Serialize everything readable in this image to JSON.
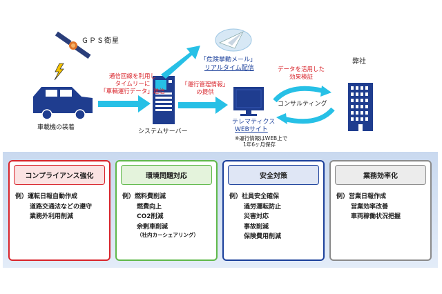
{
  "top": {
    "satellite_label": "ＧＰＳ衛星",
    "vehicle_label": "車載機の装着",
    "arrow1_label": [
      "通信回線を利用し",
      "タイムリーに",
      "「車輌運行データ」送信"
    ],
    "server_label": "システムサーバー",
    "mail_label_line1": "「危険挙動メール」",
    "mail_label_line2": "リアルタイム配信",
    "arrow3_label": [
      "「運行管理情報」",
      "の提供"
    ],
    "website_label_line1": "テレマティクス",
    "website_label_line2": "WEBサイト",
    "note_line1": "※運行情報はWEB上で",
    "note_line2": "1年6ヶ月保存",
    "consulting_top_label": [
      "データを活用した",
      "効果検証"
    ],
    "consulting_label": "コンサルティング",
    "company_label": "弊社"
  },
  "cards": [
    {
      "title": "コンプライアンス強化",
      "color": "#d8232a",
      "title_bg": "#fbe3e3",
      "items": [
        {
          "text": "例）運転日報自動作成",
          "indent": false,
          "small": false
        },
        {
          "text": "道路交通法などの遵守",
          "indent": true,
          "small": false
        },
        {
          "text": "業務外利用削減",
          "indent": true,
          "small": false
        }
      ]
    },
    {
      "title": "環境問題対応",
      "color": "#5fb84a",
      "title_bg": "#e4f3dc",
      "items": [
        {
          "text": "例）燃料費削減",
          "indent": false,
          "small": false
        },
        {
          "text": "燃費向上",
          "indent": true,
          "small": false
        },
        {
          "text": "CO2削減",
          "indent": true,
          "small": false
        },
        {
          "text": "余剰車削減",
          "indent": true,
          "small": false
        },
        {
          "text": "（社内カーシェアリング）",
          "indent": true,
          "small": true
        }
      ]
    },
    {
      "title": "安全対策",
      "color": "#1a3f9a",
      "title_bg": "#dfe6f5",
      "items": [
        {
          "text": "例）社員安全確保",
          "indent": false,
          "small": false
        },
        {
          "text": "過労運転防止",
          "indent": true,
          "small": false
        },
        {
          "text": "災害対応",
          "indent": true,
          "small": false
        },
        {
          "text": "事故削減",
          "indent": true,
          "small": false
        },
        {
          "text": "保険費用削減",
          "indent": true,
          "small": false
        }
      ]
    },
    {
      "title": "業務効率化",
      "color": "#8a8a8a",
      "title_bg": "#ececec",
      "items": [
        {
          "text": "例）営業日報作成",
          "indent": false,
          "small": false
        },
        {
          "text": "営業効率改善",
          "indent": true,
          "small": false
        },
        {
          "text": "車両稼働状況把握",
          "indent": true,
          "small": false
        }
      ]
    }
  ]
}
